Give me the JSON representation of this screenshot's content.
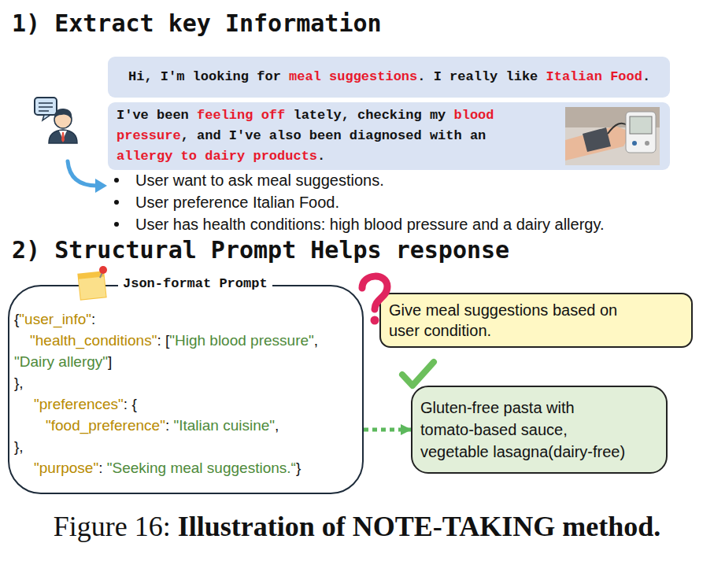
{
  "diagram": {
    "title": "1) Extract key Information",
    "caption": "Figure 16: Illustration of NOTE-TAKING method.",
    "nodes": [
      {
        "text": [
          "Hi, I'm looking for meal suggestions. I really like Italian Food."
        ]
      },
      {
        "text": [
          "I've been feeling off lately, checking my blood pressure, and I've also been diagnosed with an allergy to dairy products."
        ]
      },
      {
        "text": [
          "Json-format Prompt",
          "{\"user_info\":",
          "\"health_conditions\": [\"High blood pressure\", \"Dairy allergy\"]",
          "},",
          "\"preferences\": {",
          "\"food_preference\": \"Italian cuisine\",",
          "},",
          "\"purpose\": \"Seeking meal suggestions.“}"
        ]
      },
      {
        "text": [
          "Give meal suggestions based on user condition."
        ]
      },
      {
        "text": [
          "Gluten-free pasta with tomato-based sauce, vegetable lasagna(dairy-free)"
        ]
      }
    ],
    "edges": [
      {
        "from": 2,
        "to": 4,
        "arrow": "to"
      }
    ],
    "labels": [
      "User want to ask meal suggestions.",
      "User preference Italian Food.",
      "User has health conditions: high blood pressure and a dairy allergy.",
      "2) Structural Prompt Helps response"
    ]
  }
}
